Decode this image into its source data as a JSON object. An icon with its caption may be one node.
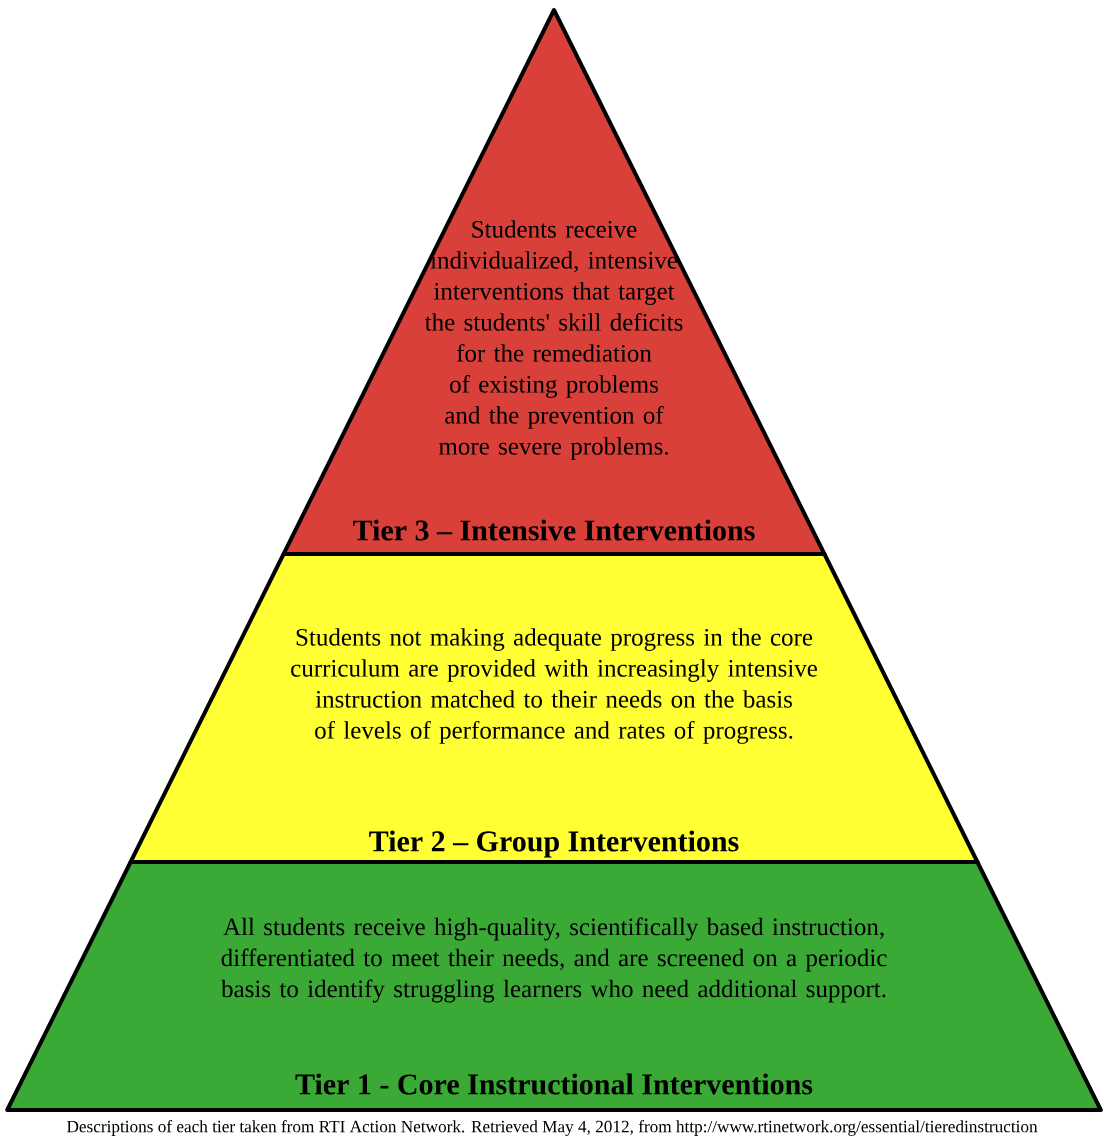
{
  "diagram": {
    "caption": "Descriptions of each tier taken from RTI Action Network. Retrieved May 4, 2012, from http://www.rtinetwork.org/essential/tieredinstruction",
    "nodes": [
      {
        "text": [
          "Students receive individualized, intensive interventions that target the students' skill deficits for the remediation of existing problems and the prevention of more severe problems.",
          "Tier 3 – Intensive Interventions"
        ]
      },
      {
        "text": [
          "Students not making adequate progress in the core curriculum are provided with increasingly intensive instruction matched to their needs on the basis of levels of performance and rates of progress.",
          "Tier 2 – Group Interventions"
        ]
      },
      {
        "text": [
          "All students receive high-quality, scientifically based instruction, differentiated to meet their needs, and are screened on a periodic basis to identify struggling learners who need additional support.",
          "Tier 1 - Core Instructional Interventions"
        ]
      }
    ]
  }
}
